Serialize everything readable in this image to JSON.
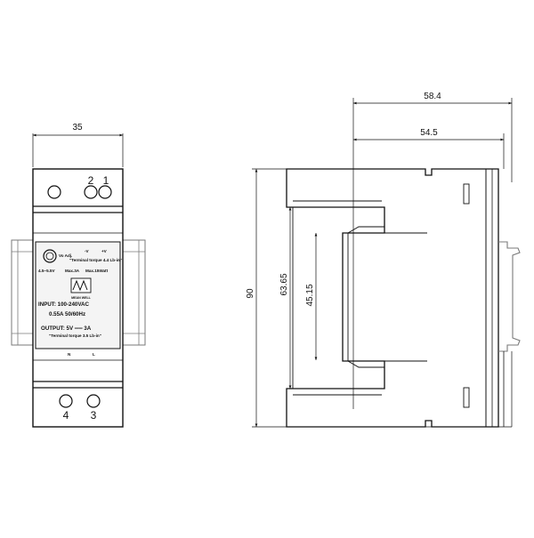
{
  "front_view": {
    "width_dim": "35",
    "top_terminals": [
      "2",
      "1"
    ],
    "bottom_terminals": [
      "4",
      "3"
    ],
    "label": {
      "vo_adj": "Vo Adj.",
      "minus_v": "-V",
      "plus_v": "+V",
      "torque_top": "\"Terminal torque 4.4 Lb-in\"",
      "adj_range": "4.5~5.5V",
      "max_current": "Max.3A",
      "max_power": "Max.15Watt",
      "brand": "MEAN WELL",
      "input_line1": "INPUT: 100-240VAC",
      "input_line2": "0.55A 50/60Hz",
      "output": "OUTPUT: 5V ══ 3A",
      "torque_bottom": "\"Terminal torque 3.5 Lb-in\"",
      "n": "N",
      "l": "L"
    }
  },
  "side_view": {
    "overall_depth": "58.4",
    "body_depth": "54.5",
    "height": "90",
    "mid_height": "63.65",
    "inner_height": "45.15"
  },
  "colors": {
    "line": "#111111",
    "rail": "#7a7a7a",
    "label_bg": "#f4f4f4"
  }
}
